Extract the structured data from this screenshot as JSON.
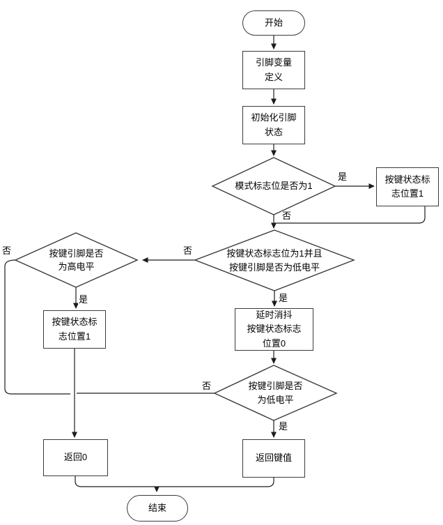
{
  "nodes": {
    "start": {
      "label": "开始"
    },
    "pin_define": {
      "label": "引脚变量\n定义"
    },
    "pin_init": {
      "label": "初始化引脚\n状态"
    },
    "mode_check": {
      "label": "模式标志位是否为1"
    },
    "set_flag_mode": {
      "label": "按键状态标\n志位置1"
    },
    "state_low_check": {
      "label": "按键状态标志位为1并且\n按键引脚是否为低电平"
    },
    "high_check": {
      "label": "按键引脚是否\n为高电平"
    },
    "set_flag_release": {
      "label": "按键状态标\n志位置1"
    },
    "debounce": {
      "label": "延时消抖\n按键状态标志\n位置0"
    },
    "low_check": {
      "label": "按键引脚是否\n为低电平"
    },
    "return_zero": {
      "label": "返回0"
    },
    "return_key": {
      "label": "返回键值"
    },
    "end": {
      "label": "结束"
    }
  },
  "edge_labels": {
    "mode_yes": "是",
    "mode_no": "否",
    "state_no": "否",
    "state_yes": "是",
    "high_no": "否",
    "high_yes": "是",
    "low_no": "否",
    "low_yes": "是"
  },
  "colors": {
    "line": "#303030",
    "node_fill": "#ffffff",
    "text": "#000000"
  }
}
